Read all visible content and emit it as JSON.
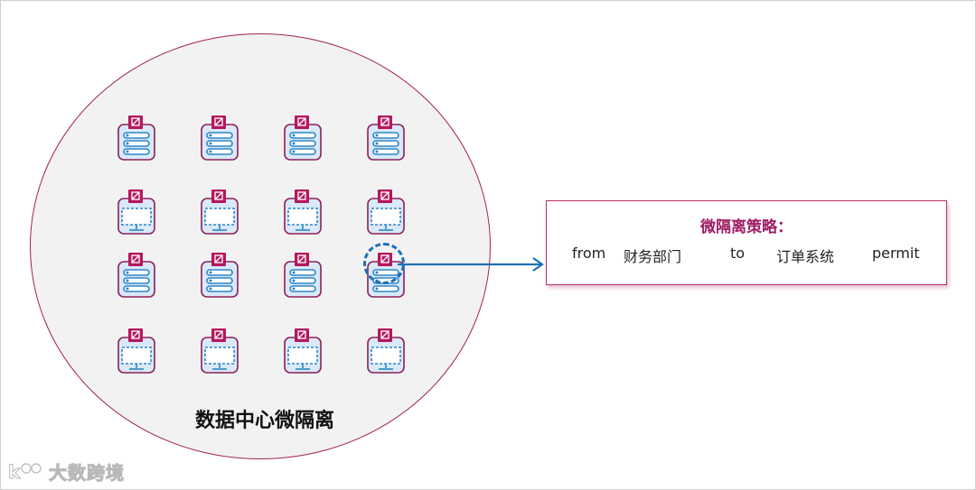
{
  "diagram": {
    "datacenter_label": "数据中心微隔离",
    "node_rows": [
      [
        "server",
        "server",
        "server",
        "server"
      ],
      [
        "desktop",
        "desktop",
        "desktop",
        "desktop"
      ],
      [
        "server",
        "server",
        "server",
        "server-highlighted"
      ],
      [
        "desktop",
        "desktop",
        "desktop",
        "desktop"
      ]
    ],
    "colors": {
      "circle_border": "#a0225a",
      "circle_fill": "#f2f2f2",
      "node_border": "#8e1f5a",
      "node_fill": "#d9e9f7",
      "badge": "#b3185e",
      "icon_blue": "#2e86c8",
      "arrow": "#1f6fb8",
      "policy_title": "#9e1c63"
    }
  },
  "policy": {
    "title": "微隔离策略：",
    "from_keyword": "from",
    "source": "财务部门",
    "to_keyword": "to",
    "target": "订单系统",
    "action": "permit"
  },
  "watermark": {
    "text": "大数跨境"
  }
}
